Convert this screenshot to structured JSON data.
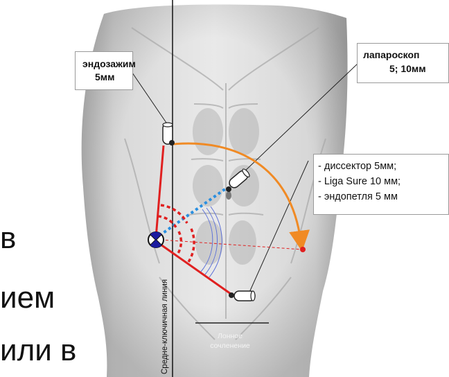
{
  "slide_text": {
    "fragment1": "в",
    "fragment2": "ием",
    "fragment3": "или в"
  },
  "labels": {
    "endoclamp": [
      "эндозажим",
      "5мм"
    ],
    "laparoscope": [
      "лапароскоп",
      "5; 10мм"
    ],
    "instruments": [
      "- диссектор 5мм;",
      "- Liga Sure 10 мм;",
      "- эндопетля 5 мм"
    ],
    "midclavicular": "Средне-ключичная линия",
    "pubic": [
      "Лонное",
      "сочленение"
    ]
  },
  "colors": {
    "port_line": "#e02020",
    "arc_orange": "#f08a24",
    "laparoscope_axis": "#2a8fe0",
    "angle_arcs_blue": "#5a6fd8"
  },
  "icons": {
    "operator_position": "crossed-circle-icon",
    "trocar": "cylinder-trocar-icon"
  }
}
